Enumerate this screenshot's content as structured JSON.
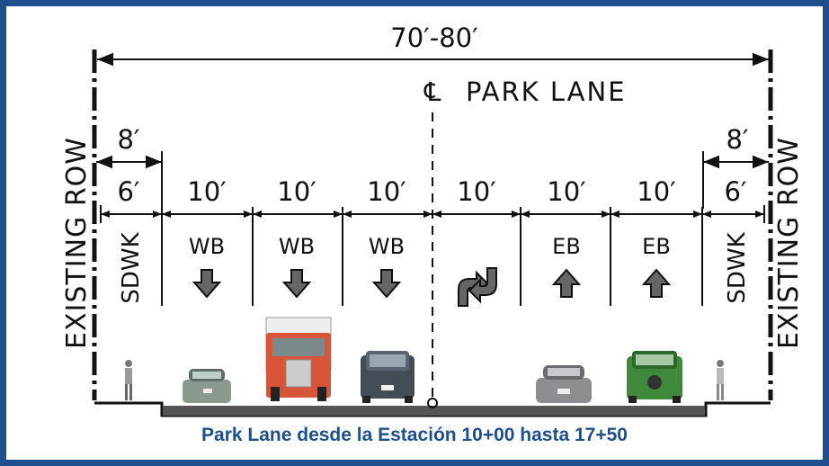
{
  "diagram": {
    "total_width_label": "70′-80′",
    "centerline_symbol": "℄",
    "centerline_label": "PARK LANE",
    "row_label": "EXISTING ROW",
    "outer_dims": [
      "8′",
      "8′"
    ],
    "lane_dims": [
      "6′",
      "10′",
      "10′",
      "10′",
      "10′",
      "10′",
      "10′",
      "6′"
    ],
    "lane_labels": [
      "SDWK",
      "WB",
      "WB",
      "WB",
      "",
      "EB",
      "EB",
      "SDWK"
    ],
    "lane_icons": [
      "",
      "arrow-down-icon",
      "arrow-down-icon",
      "arrow-down-icon",
      "two-way-turn-icon",
      "arrow-up-icon",
      "arrow-up-icon",
      ""
    ],
    "colors": {
      "frame": "#1f4e8c",
      "caption": "#1f4e8c",
      "lines": "#111111",
      "road": "#555555"
    }
  },
  "caption": "Park Lane desde la Estación 10+00 hasta  17+50"
}
